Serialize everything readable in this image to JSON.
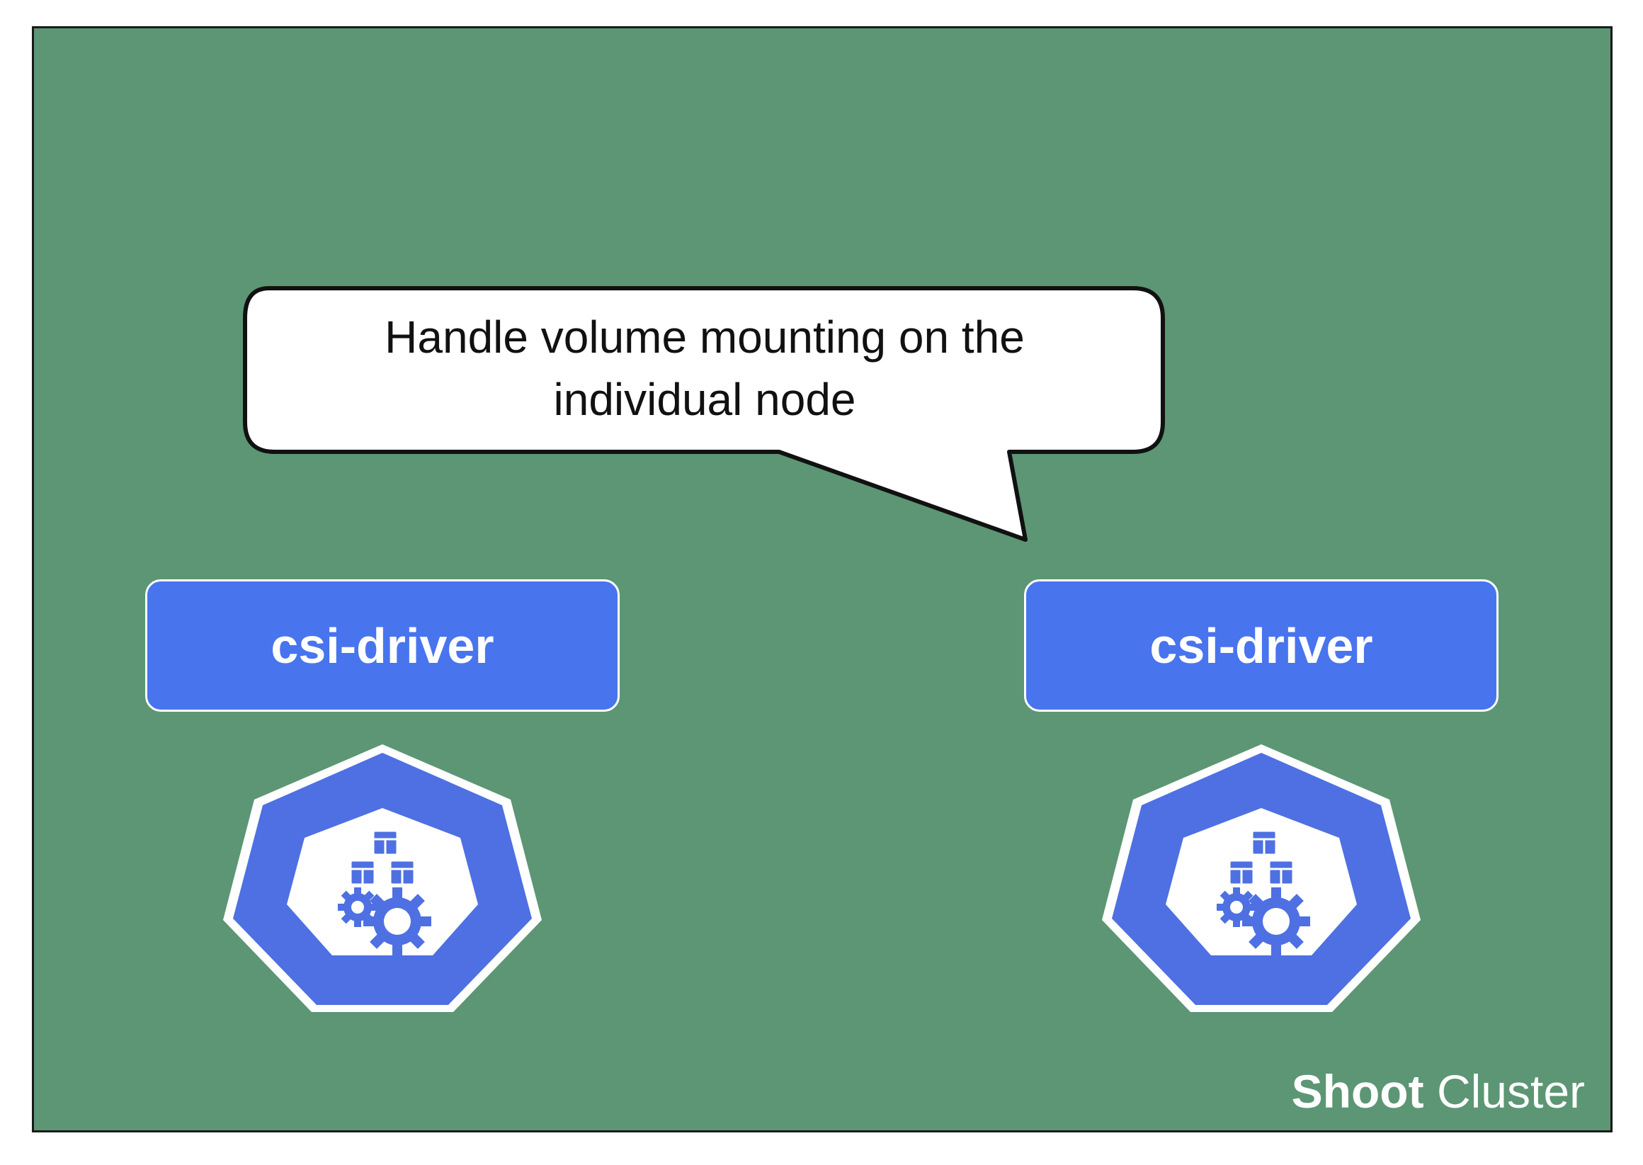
{
  "callout": {
    "line1": "Handle volume mounting on the",
    "line2": "individual node"
  },
  "drivers": [
    {
      "label": "csi-driver",
      "icon": "kubernetes-pod-icon"
    },
    {
      "label": "csi-driver",
      "icon": "kubernetes-pod-icon"
    }
  ],
  "cluster_label": {
    "bold": "Shoot",
    "regular": " Cluster"
  },
  "colors": {
    "cluster_background": "#5c9674",
    "driver_box": "#4874ee",
    "pod_icon": "#4e70e2",
    "callout_fill": "#ffffff"
  }
}
